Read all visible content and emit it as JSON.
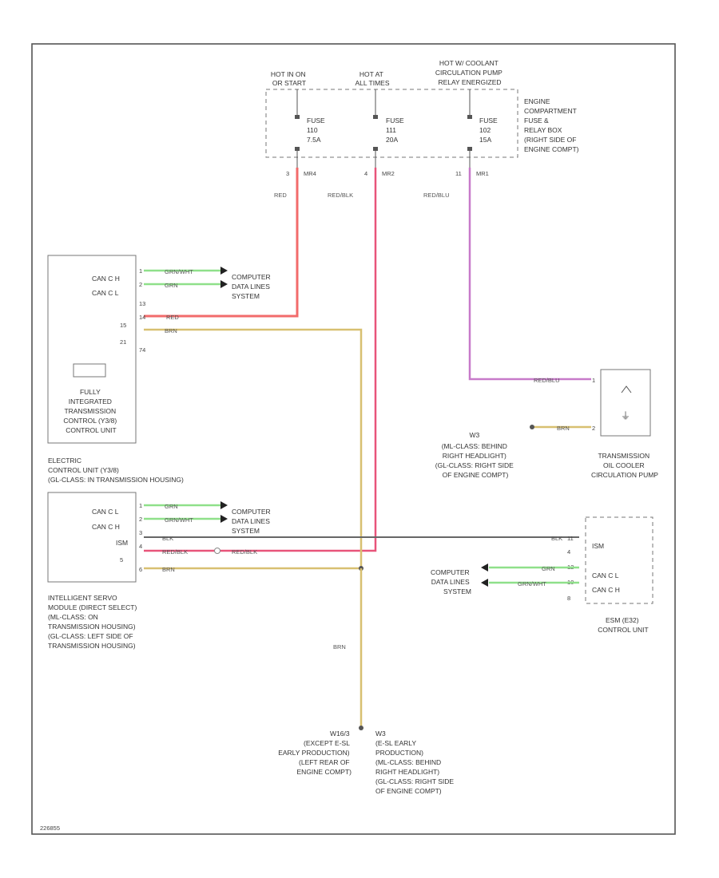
{
  "colors": {
    "red": "#f26b6b",
    "red_black": "#e8547a",
    "red_blue": "#c77ac9",
    "green": "#8fe08a",
    "brown": "#d8c071",
    "black": "#555555",
    "frame": "#555555"
  },
  "fuse_box": {
    "feeds": [
      {
        "lines": [
          "HOT IN ON",
          "OR START"
        ]
      },
      {
        "lines": [
          "HOT AT",
          "ALL TIMES"
        ]
      },
      {
        "lines": [
          "HOT W/ COOLANT",
          "CIRCULATION PUMP",
          "RELAY ENERGIZED"
        ]
      }
    ],
    "fuses": [
      {
        "lines": [
          "FUSE",
          "110",
          "7.5A"
        ],
        "pin": "3",
        "conn": "MR4"
      },
      {
        "lines": [
          "FUSE",
          "111",
          "20A"
        ],
        "pin": "4",
        "conn": "MR2"
      },
      {
        "lines": [
          "FUSE",
          "102",
          "15A"
        ],
        "pin": "11",
        "conn": "MR1"
      }
    ],
    "label": [
      "ENGINE",
      "COMPARTMENT",
      "FUSE &",
      "RELAY BOX",
      "(RIGHT SIDE OF",
      "ENGINE COMPT)"
    ]
  },
  "wire_colors": {
    "red": "RED",
    "red_black": "RED/BLK",
    "red_blue": "RED/BLU",
    "green_white": "GRN/WHT",
    "green": "GRN",
    "brown": "BRN",
    "black": "BLK",
    "brn_vertical": "BRN"
  },
  "tcu": {
    "pins": [
      {
        "num": "1",
        "name": "CAN C H"
      },
      {
        "num": "2",
        "name": "CAN C L"
      },
      {
        "num": "13",
        "name": ""
      },
      {
        "num": "14",
        "name": ""
      },
      {
        "num": "15",
        "name": ""
      },
      {
        "num": "21",
        "name": ""
      },
      {
        "num": "74",
        "name": ""
      }
    ],
    "label": [
      "FULLY",
      "INTEGRATED",
      "TRANSMISSION",
      "CONTROL (Y3/8)",
      "CONTROL UNIT"
    ],
    "cdl": [
      "COMPUTER",
      "DATA LINES",
      "SYSTEM"
    ]
  },
  "ecu_label": [
    "ELECTRIC",
    "CONTROL UNIT (Y3/8)",
    "(GL-CLASS: IN TRANSMISSION HOUSING)"
  ],
  "servo": {
    "pins": [
      {
        "num": "1",
        "name": "CAN C L"
      },
      {
        "num": "2",
        "name": "CAN C H"
      },
      {
        "num": "3",
        "name": "ISM"
      },
      {
        "num": "4",
        "name": ""
      },
      {
        "num": "5",
        "name": ""
      },
      {
        "num": "6",
        "name": ""
      }
    ],
    "label": [
      "INTELLIGENT SERVO",
      "MODULE (DIRECT SELECT)",
      "(ML-CLASS: ON",
      "TRANSMISSION HOUSING)",
      "(GL-CLASS: LEFT SIDE OF",
      "TRANSMISSION HOUSING)"
    ],
    "cdl": [
      "COMPUTER",
      "DATA LINES",
      "SYSTEM"
    ]
  },
  "pump": {
    "pins": [
      "1",
      "2"
    ],
    "label": [
      "TRANSMISSION",
      "OIL COOLER",
      "CIRCULATION PUMP"
    ]
  },
  "ground_w3": {
    "id": "W3",
    "lines": [
      "(ML-CLASS: BEHIND",
      "RIGHT HEADLIGHT)",
      "(GL-CLASS: RIGHT SIDE",
      "OF ENGINE COMPT)"
    ]
  },
  "esm": {
    "pins": [
      {
        "num": "11",
        "name": "ISM"
      },
      {
        "num": "4",
        "name": ""
      },
      {
        "num": "12",
        "name": "CAN C L"
      },
      {
        "num": "10",
        "name": "CAN C H"
      },
      {
        "num": "8",
        "name": ""
      }
    ],
    "label": [
      "ESM (E32)",
      "CONTROL UNIT"
    ],
    "cdl": [
      "COMPUTER",
      "DATA LINES",
      "SYSTEM"
    ]
  },
  "grounds_bottom": {
    "w16": {
      "id": "W16/3",
      "lines": [
        "(EXCEPT E-SL",
        "EARLY PRODUCTION)",
        "(LEFT REAR OF",
        "ENGINE COMPT)"
      ]
    },
    "w3": {
      "id": "W3",
      "lines": [
        "(E-SL EARLY",
        "PRODUCTION)",
        "(ML-CLASS: BEHIND",
        "RIGHT HEADLIGHT)",
        "(GL-CLASS: RIGHT SIDE",
        "OF ENGINE COMPT)"
      ]
    }
  },
  "footer_code": "226855"
}
